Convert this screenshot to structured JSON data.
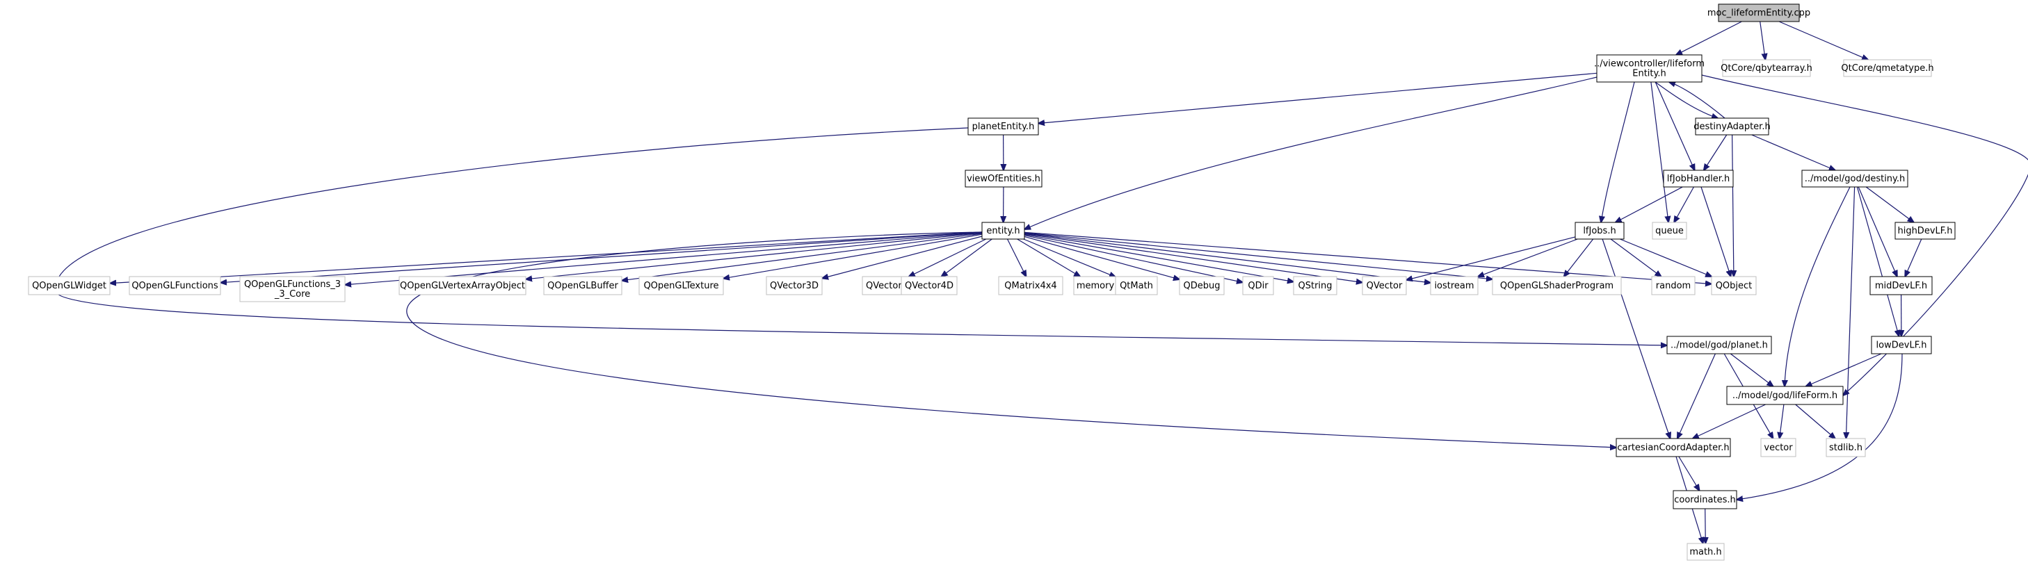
{
  "colors": {
    "edge": "#191970",
    "box_border_local": "#000000",
    "box_border_system": "#bfbfbf",
    "root_fill": "#bfbfbf",
    "box_fill": "#ffffff"
  },
  "nodes": [
    {
      "id": "root",
      "lines": [
        "moc_lifeformEntity.cpp"
      ],
      "kind": "root"
    },
    {
      "id": "lfe",
      "lines": [
        "../viewcontroller/lifeform",
        "Entity.h"
      ],
      "kind": "local"
    },
    {
      "id": "qbytearray",
      "lines": [
        "QtCore/qbytearray.h"
      ],
      "kind": "system"
    },
    {
      "id": "qmetatype",
      "lines": [
        "QtCore/qmetatype.h"
      ],
      "kind": "system"
    },
    {
      "id": "planetEntity",
      "lines": [
        "planetEntity.h"
      ],
      "kind": "local"
    },
    {
      "id": "destinyAdapter",
      "lines": [
        "destinyAdapter.h"
      ],
      "kind": "local"
    },
    {
      "id": "viewOfEntities",
      "lines": [
        "viewOfEntities.h"
      ],
      "kind": "local"
    },
    {
      "id": "lfJobHandler",
      "lines": [
        "lfJobHandler.h"
      ],
      "kind": "local"
    },
    {
      "id": "destiny",
      "lines": [
        "../model/god/destiny.h"
      ],
      "kind": "local"
    },
    {
      "id": "entity",
      "lines": [
        "entity.h"
      ],
      "kind": "local"
    },
    {
      "id": "lfJobs",
      "lines": [
        "lfJobs.h"
      ],
      "kind": "local"
    },
    {
      "id": "queue",
      "lines": [
        "queue"
      ],
      "kind": "system"
    },
    {
      "id": "highDevLF",
      "lines": [
        "highDevLF.h"
      ],
      "kind": "local"
    },
    {
      "id": "QOpenGLWidget",
      "lines": [
        "QOpenGLWidget"
      ],
      "kind": "system"
    },
    {
      "id": "QOpenGLFunctions",
      "lines": [
        "QOpenGLFunctions"
      ],
      "kind": "system"
    },
    {
      "id": "QOpenGLFunctions33",
      "lines": [
        "QOpenGLFunctions_3",
        "_3_Core"
      ],
      "kind": "system"
    },
    {
      "id": "QOpenGLVAO",
      "lines": [
        "QOpenGLVertexArrayObject"
      ],
      "kind": "system"
    },
    {
      "id": "QOpenGLBuffer",
      "lines": [
        "QOpenGLBuffer"
      ],
      "kind": "system"
    },
    {
      "id": "QOpenGLTexture",
      "lines": [
        "QOpenGLTexture"
      ],
      "kind": "system"
    },
    {
      "id": "QVector3D",
      "lines": [
        "QVector3D"
      ],
      "kind": "system"
    },
    {
      "id": "QVector2D",
      "lines": [
        "QVector2D"
      ],
      "kind": "system"
    },
    {
      "id": "QVector4D",
      "lines": [
        "QVector4D"
      ],
      "kind": "system"
    },
    {
      "id": "QMatrix4x4",
      "lines": [
        "QMatrix4x4"
      ],
      "kind": "system"
    },
    {
      "id": "memory",
      "lines": [
        "memory"
      ],
      "kind": "system"
    },
    {
      "id": "QtMath",
      "lines": [
        "QtMath"
      ],
      "kind": "system"
    },
    {
      "id": "QDebug",
      "lines": [
        "QDebug"
      ],
      "kind": "system"
    },
    {
      "id": "QDir",
      "lines": [
        "QDir"
      ],
      "kind": "system"
    },
    {
      "id": "QString",
      "lines": [
        "QString"
      ],
      "kind": "system"
    },
    {
      "id": "QVector",
      "lines": [
        "QVector"
      ],
      "kind": "system"
    },
    {
      "id": "iostream",
      "lines": [
        "iostream"
      ],
      "kind": "system"
    },
    {
      "id": "QOpenGLShaderProgram",
      "lines": [
        "QOpenGLShaderProgram"
      ],
      "kind": "system"
    },
    {
      "id": "random",
      "lines": [
        "random"
      ],
      "kind": "system"
    },
    {
      "id": "QObject",
      "lines": [
        "QObject"
      ],
      "kind": "system"
    },
    {
      "id": "midDevLF",
      "lines": [
        "midDevLF.h"
      ],
      "kind": "local"
    },
    {
      "id": "planet",
      "lines": [
        "../model/god/planet.h"
      ],
      "kind": "local"
    },
    {
      "id": "lowDevLF",
      "lines": [
        "lowDevLF.h"
      ],
      "kind": "local"
    },
    {
      "id": "lifeForm",
      "lines": [
        "../model/god/lifeForm.h"
      ],
      "kind": "local"
    },
    {
      "id": "cartesian",
      "lines": [
        "cartesianCoordAdapter.h"
      ],
      "kind": "local"
    },
    {
      "id": "vector",
      "lines": [
        "vector"
      ],
      "kind": "system"
    },
    {
      "id": "stdlib",
      "lines": [
        "stdlib.h"
      ],
      "kind": "system"
    },
    {
      "id": "coordinates",
      "lines": [
        "coordinates.h"
      ],
      "kind": "local"
    },
    {
      "id": "mathh",
      "lines": [
        "math.h"
      ],
      "kind": "system"
    }
  ],
  "edges": [
    [
      "root",
      "lfe"
    ],
    [
      "root",
      "qbytearray"
    ],
    [
      "root",
      "qmetatype"
    ],
    [
      "lfe",
      "planetEntity"
    ],
    [
      "lfe",
      "entity"
    ],
    [
      "lfe",
      "lfJobs"
    ],
    [
      "lfe",
      "destinyAdapter"
    ],
    [
      "lfe",
      "lfJobHandler"
    ],
    [
      "lfe",
      "queue"
    ],
    [
      "lfe",
      "lifeForm"
    ],
    [
      "destinyAdapter",
      "lfe"
    ],
    [
      "destinyAdapter",
      "lfJobHandler"
    ],
    [
      "destinyAdapter",
      "QObject"
    ],
    [
      "destinyAdapter",
      "destiny"
    ],
    [
      "planetEntity",
      "viewOfEntities"
    ],
    [
      "planetEntity",
      "planet"
    ],
    [
      "viewOfEntities",
      "entity"
    ],
    [
      "lfJobHandler",
      "lfJobs"
    ],
    [
      "lfJobHandler",
      "queue"
    ],
    [
      "lfJobHandler",
      "QObject"
    ],
    [
      "entity",
      "QOpenGLWidget"
    ],
    [
      "entity",
      "QOpenGLFunctions"
    ],
    [
      "entity",
      "QOpenGLFunctions33"
    ],
    [
      "entity",
      "QOpenGLVAO"
    ],
    [
      "entity",
      "QOpenGLBuffer"
    ],
    [
      "entity",
      "QOpenGLTexture"
    ],
    [
      "entity",
      "QVector3D"
    ],
    [
      "entity",
      "QVector2D"
    ],
    [
      "entity",
      "QVector4D"
    ],
    [
      "entity",
      "QMatrix4x4"
    ],
    [
      "entity",
      "memory"
    ],
    [
      "entity",
      "QtMath"
    ],
    [
      "entity",
      "QDebug"
    ],
    [
      "entity",
      "QDir"
    ],
    [
      "entity",
      "QString"
    ],
    [
      "entity",
      "QVector"
    ],
    [
      "entity",
      "iostream"
    ],
    [
      "entity",
      "QOpenGLShaderProgram"
    ],
    [
      "entity",
      "QObject"
    ],
    [
      "entity",
      "cartesian"
    ],
    [
      "lfJobs",
      "QVector"
    ],
    [
      "lfJobs",
      "iostream"
    ],
    [
      "lfJobs",
      "QOpenGLShaderProgram"
    ],
    [
      "lfJobs",
      "random"
    ],
    [
      "lfJobs",
      "QObject"
    ],
    [
      "lfJobs",
      "cartesian"
    ],
    [
      "destiny",
      "highDevLF"
    ],
    [
      "destiny",
      "midDevLF"
    ],
    [
      "destiny",
      "lowDevLF"
    ],
    [
      "destiny",
      "lifeForm"
    ],
    [
      "destiny",
      "stdlib"
    ],
    [
      "highDevLF",
      "midDevLF"
    ],
    [
      "midDevLF",
      "lowDevLF"
    ],
    [
      "lowDevLF",
      "lifeForm"
    ],
    [
      "lowDevLF",
      "coordinates"
    ],
    [
      "planet",
      "lifeForm"
    ],
    [
      "planet",
      "cartesian"
    ],
    [
      "planet",
      "vector"
    ],
    [
      "lifeForm",
      "cartesian"
    ],
    [
      "lifeForm",
      "vector"
    ],
    [
      "lifeForm",
      "stdlib"
    ],
    [
      "cartesian",
      "coordinates"
    ],
    [
      "cartesian",
      "mathh"
    ],
    [
      "coordinates",
      "mathh"
    ]
  ]
}
